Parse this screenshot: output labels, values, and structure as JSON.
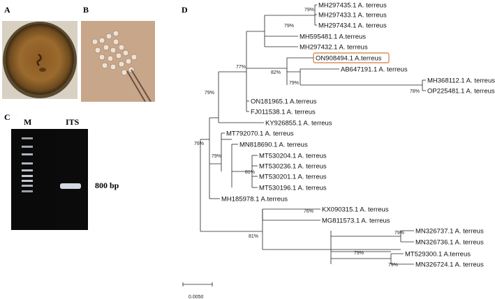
{
  "panels": {
    "a": {
      "letter": "A"
    },
    "b": {
      "letter": "B"
    },
    "c": {
      "letter": "C"
    },
    "d": {
      "letter": "D"
    }
  },
  "gel": {
    "lane_marker": "M",
    "lane_sample": "ITS",
    "band_label": "800 bp"
  },
  "tree": {
    "highlight_color": "#d27b3e",
    "scale_label": "0.0050",
    "leaves": [
      "MH297435.1 A. terreus",
      "MH297433.1 A. terreus",
      "MH297434.1 A. terreus",
      "MH595481.1 A.terreus",
      "MH297432.1 A. terreus",
      "ON908494.1 A.terreus",
      "AB647191.1 A. terreus",
      "MH368112.1 A. terreus",
      "OP225481.1 A. terreus",
      "ON181965.1 A.terreus",
      "FJ011538.1 A. terreus",
      "KY926855.1 A. terreus",
      "MT792070.1 A. terreus",
      "MN818690.1 A. terreus",
      "MT530204.1 A. terreus",
      "MT530236.1 A. terreus",
      "MT530201.1 A. terreus",
      "MT530196.1 A. terreus",
      "MH185978.1 A.terreus",
      "KX090315.1 A. terreus",
      "MG811573.1 A. terreus",
      "MN326737.1 A. terreus",
      "MN326736.1 A. terreus",
      "MT529300.1 A.terreus",
      "MN326724.1 A. terreus"
    ],
    "bootstrap": [
      "79%",
      "79%",
      "77%",
      "82%",
      "79%",
      "78%",
      "79%",
      "76%",
      "79%",
      "81%",
      "76%",
      "81%",
      "79%",
      "79%",
      "79%"
    ]
  }
}
